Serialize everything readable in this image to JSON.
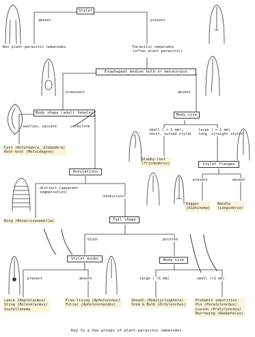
{
  "diagram": {
    "nodes": {
      "stylet": "Stylet",
      "esophageal": "Esophageal median bulb or metacorpus",
      "body_shape": "Body shape (adult female)",
      "body_size_1": "Body size",
      "annulations": "Annulations",
      "stylet_flanges": "stylet flanges",
      "tail_shape": "Tail shape",
      "stylet_knobs": "Stylet knobs",
      "body_size_2": "Body size"
    },
    "edges": {
      "absent_1": "absent",
      "present_1": "present",
      "prominent": "prominent",
      "absent_2": "absent",
      "swollen": "swollen, saccate",
      "vermiform": "vermiform",
      "small_1_l1": "small ( < 1 mm);",
      "small_1_l2": "short, curved stylet",
      "large_1_l1": "large ( > 1 mm)",
      "large_1_l2": "long, straight stylet",
      "present_2": "present",
      "absent_3": "absent",
      "distinct_l1": "distinct (apparent",
      "distinct_l2": "segmentation)",
      "nondistinct": "nondistinct",
      "blunt": "blunt",
      "pointed": "pointed",
      "present_3": "present",
      "absent_4": "absent",
      "large_2": "large ( >1 mm)",
      "small_2": "small (<1 mm)"
    },
    "leaves": {
      "non_parasitic": "Non plant-parasitic nematodes",
      "parasitic_l1": "Parasitic nematodes",
      "parasitic_l2": "(often plant parasitic)",
      "cyst_name": "Cyst",
      "cyst_genus": "(Heterodera, Globodera)",
      "rootknot_name": "Root-knot",
      "rootknot_genus": "(Meloidogyne)",
      "stubby_name": "Stubby-root",
      "stubby_genus": "(Trichodorus)",
      "dagger_name": "Dagger",
      "dagger_genus": "(Xiphinema)",
      "needle_name": "Needle",
      "needle_genus": "(Longidorus)",
      "ring_name": "Ring",
      "ring_genus": "(Mesocriconemella)",
      "lance_name": "Lance",
      "lance_genus": "(Hoplolaimus)",
      "sting_name": "Sting",
      "sting_genus": "(Belonolaimus)",
      "scutellonema": "Scutellonema",
      "freeliving_name": "Free-living",
      "freeliving_genus": "(Aphelenchus)",
      "foliar_name": "Foliar",
      "foliar_genus": "(Aphelenchoides)",
      "sheath_name": "Sheath",
      "sheath_genus": "(Hemicycliophora)",
      "stem_name": "Stem & Bulb",
      "stem_genus": "(Ditylenchus)",
      "probable": "Probable identities:",
      "pin_name": "Pin",
      "pin_genus": "(Paratylenchus)",
      "lesion_name": "Lesion",
      "lesion_genus": "(Pratylenchus)",
      "burrowing_name": "Burrowing",
      "burrowing_genus": "(Radopholus)"
    },
    "caption": "Key to a few groups of plant-parasitic nematodes."
  }
}
